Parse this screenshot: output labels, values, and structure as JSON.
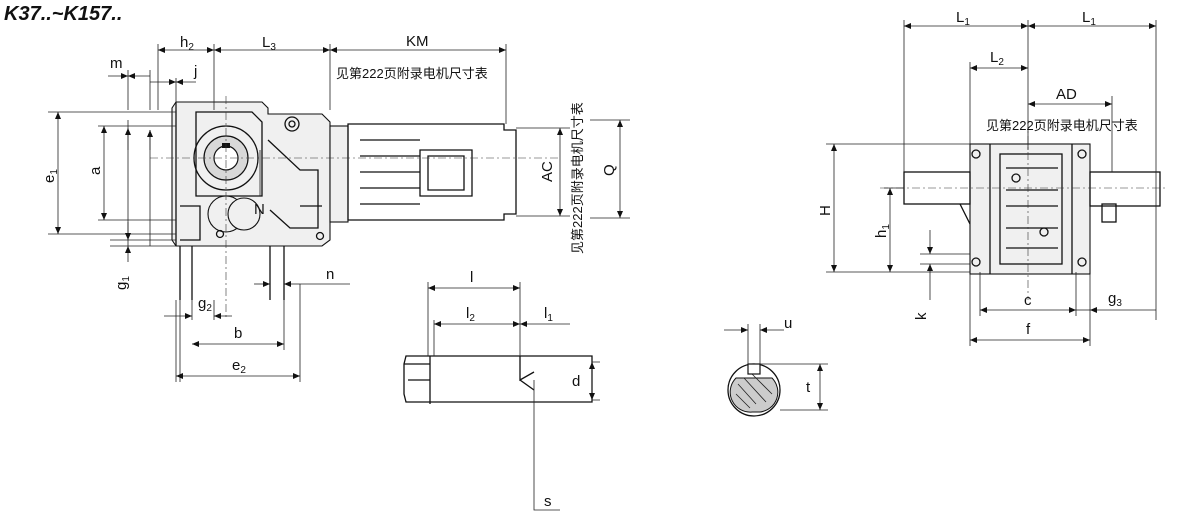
{
  "title": "K37..~K157..",
  "motor_note": "见第222页附录电机尺寸表",
  "labels": {
    "h": "h",
    "h_sub": "2",
    "L": "L",
    "L_sub": "3",
    "KM": "KM",
    "m": "m",
    "j": "j",
    "e": "e",
    "e_sub": "1",
    "a": "a",
    "N": "N",
    "AC": "AC",
    "Q": "Q",
    "g": "g",
    "g_sub": "1",
    "n": "n",
    "g2": "g",
    "g2_sub": "2",
    "b": "b",
    "e2": "e",
    "e2_sub": "2",
    "l": "l",
    "l2": "l",
    "l2_sub": "2",
    "l1": "l",
    "l1_sub": "1",
    "d": "d",
    "s": "s",
    "u": "u",
    "t": "t",
    "L1a": "L",
    "L1a_sub": "1",
    "L1b": "L",
    "L1b_sub": "1",
    "L2": "L",
    "L2_sub": "2",
    "AD": "AD",
    "H": "H",
    "h1": "h",
    "h1_sub": "1",
    "k": "k",
    "c": "c",
    "g3": "g",
    "g3_sub": "3",
    "f": "f"
  }
}
